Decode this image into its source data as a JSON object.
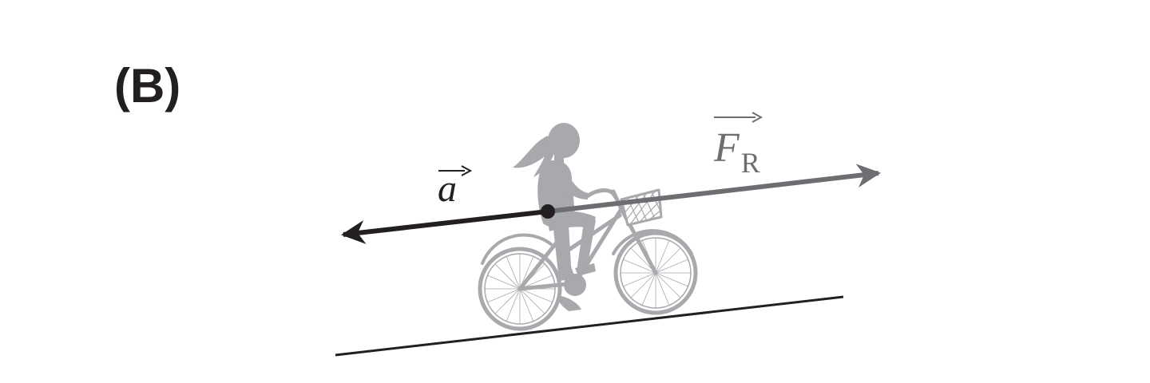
{
  "panel_label": "(B)",
  "acceleration": {
    "symbol": "a",
    "color": "#231f20"
  },
  "resultant_force": {
    "symbol": "F",
    "subscript": "R",
    "color": "#6d6e71"
  },
  "cyclist_color": "#a7a9ac",
  "ground_color": "#231f20"
}
